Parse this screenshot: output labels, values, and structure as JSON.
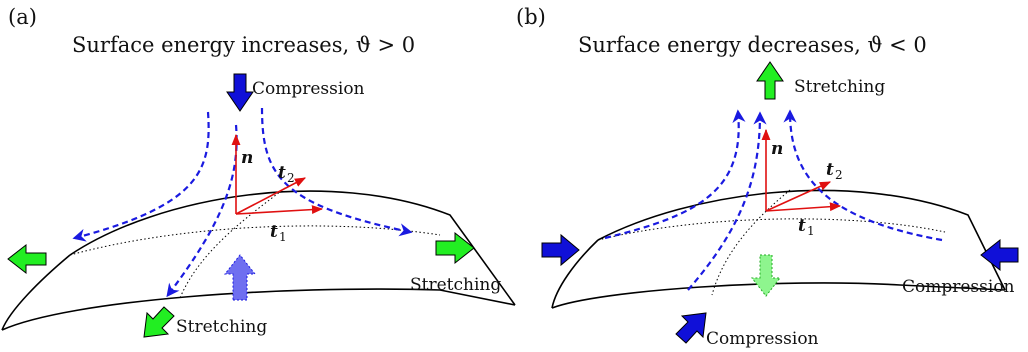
{
  "panel_a": {
    "label": "(a)",
    "title": "Surface energy increases, ϑ > 0",
    "labels": {
      "compression": "Compression",
      "stretching_right": "Stretching",
      "stretching_bottom": "Stretching"
    },
    "vectors": {
      "n": "n",
      "t1": "t",
      "t1_sub": "1",
      "t2": "t",
      "t2_sub": "2"
    }
  },
  "panel_b": {
    "label": "(b)",
    "title": "Surface energy decreases, ϑ < 0",
    "labels": {
      "stretching": "Stretching",
      "compression_right": "Compression",
      "compression_bottom": "Compression"
    },
    "vectors": {
      "n": "n",
      "t1": "t",
      "t1_sub": "1",
      "t2": "t",
      "t2_sub": "2"
    }
  },
  "colors": {
    "compression_arrow": "#1010d8",
    "stretching_arrow": "#22ee22",
    "flow_lines": "#1a1ae0",
    "basis_vectors": "#e01010",
    "surface": "#000000"
  },
  "icons": {
    "compression": "blue-block-arrow-icon",
    "stretching": "green-block-arrow-icon",
    "flow": "dashed-flow-arrow-icon"
  }
}
